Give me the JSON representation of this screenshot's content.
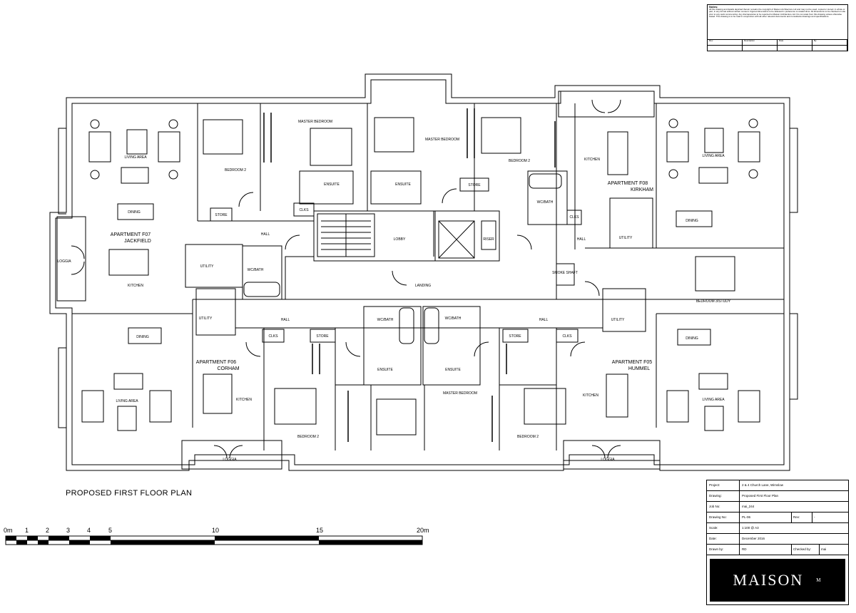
{
  "notes": {
    "heading": "Notes:",
    "body": "All the drawing and details depicted therein remains the copyright of Maison Architecture Ltd and may not be used, copied or stored, in whole or part, in any format without written consent. Figured dimensions to be followed in preference to scaled dims. All dimensions to be checked on site prior to any work commencing. Any discrepancies to be reported to Maison Architecture Ltd. Do not scale from this drawing unless otherwise stated. This drawing is to be read in conjunction with all other relevant documents and consultants drawings and specifications.",
    "rev_headers": [
      "Rev",
      "Description",
      "Date",
      "By"
    ]
  },
  "plan_title": "PROPOSED FIRST FLOOR PLAN",
  "scale_bar": [
    "0m",
    "1",
    "2",
    "3",
    "4",
    "5",
    "10",
    "15",
    "20m"
  ],
  "title_block": {
    "project_label": "Project:",
    "project_value": "2 & 4 Church Lane, Wimslow",
    "drawing_label": "Drawing:",
    "drawing_value": "Proposed First Floor Plan",
    "job_label": "Job No:",
    "job_value": "mai_244",
    "drawing_no_label": "Drawing No:",
    "drawing_no_value": "PL-06",
    "rev_label": "Rev:",
    "rev_value": "-",
    "scale_label": "Scale:",
    "scale_value": "1:100 @ A3",
    "date_label": "Date:",
    "date_value": "December 2016",
    "drawn_label": "Drawn by:",
    "drawn_value": "RD",
    "checked_label": "Checked by:",
    "checked_value": "mai"
  },
  "logo": {
    "name": "MAISON",
    "mark": "M"
  },
  "rooms": {
    "living_area": "LIVING AREA",
    "dining": "DINING",
    "kitchen": "KITCHEN",
    "loggia": "LOGGIA",
    "bedroom_2": "BEDROOM 2",
    "master_bedroom": "MASTER BEDROOM",
    "ensuite": "ENSUITE",
    "store": "STORE",
    "clks": "CLKS",
    "hall": "HALL",
    "utility": "UTILITY",
    "wc_bath": "WC/BATH",
    "lobby": "LOBBY",
    "landing": "LANDING",
    "smoke_shaft": "SMOKE SHAFT",
    "bedroom_3_study": "BEDROOM 3/STUDY",
    "riser": "RISER"
  },
  "apartments": {
    "f07": {
      "name": "APARTMENT F07",
      "sub": "JACKFIELD"
    },
    "f08": {
      "name": "APARTMENT F08",
      "sub": "KIRKHAM"
    },
    "f06": {
      "name": "APARTMENT F06",
      "sub": "CORHAM"
    },
    "f05": {
      "name": "APARTMENT F05",
      "sub": "HUMMEL"
    }
  }
}
